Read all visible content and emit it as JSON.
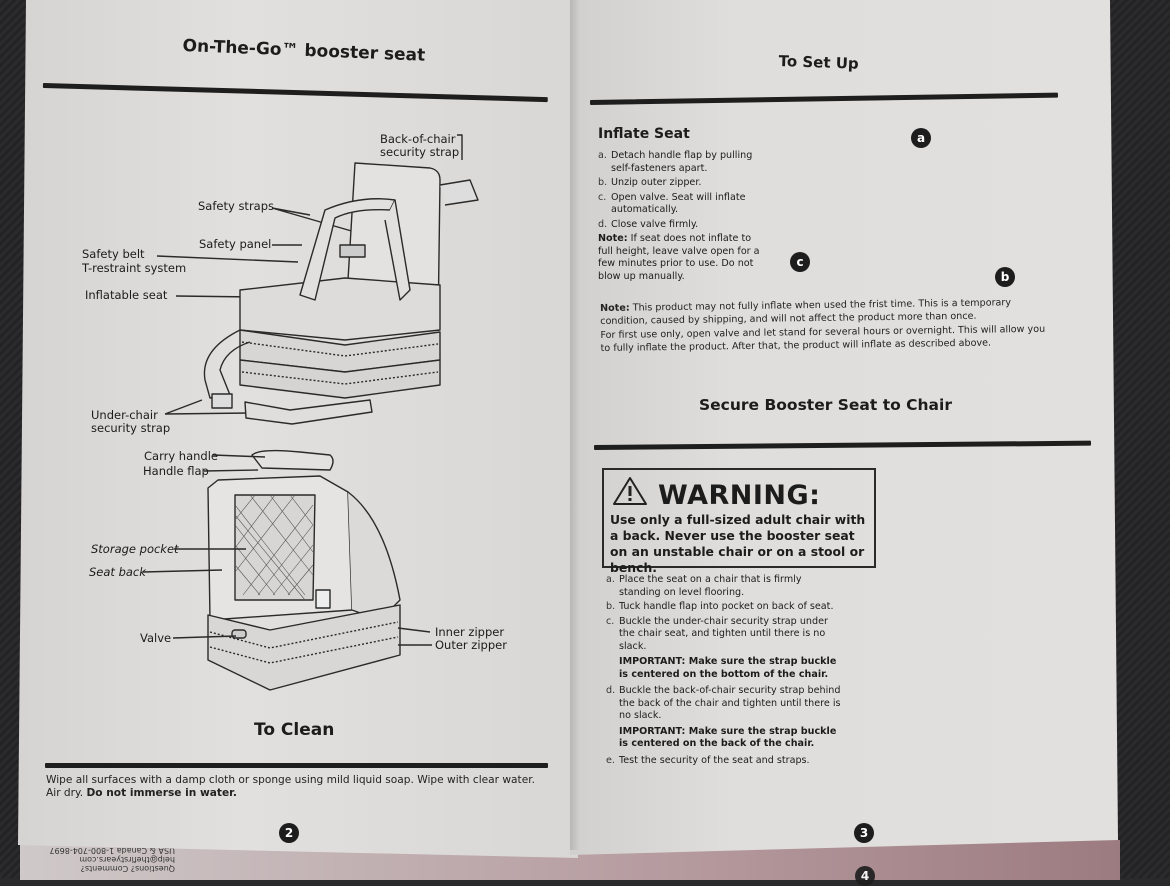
{
  "left_page": {
    "title": "On-The-Go™ booster seat",
    "diagram1_labels": {
      "back_of_chair_strap": "Back-of-chair\nsecurity strap",
      "safety_straps": "Safety straps",
      "safety_panel": "Safety panel",
      "safety_belt": "Safety belt",
      "t_restraint": "T-restraint system",
      "inflatable_seat": "Inflatable seat",
      "under_chair_strap_1": "Under-chair",
      "under_chair_strap_2": "security strap"
    },
    "diagram2_labels": {
      "carry_handle": "Carry handle",
      "handle_flap": "Handle flap",
      "storage_pocket": "Storage pocket",
      "seat_back": "Seat back",
      "valve": "Valve",
      "inner_zipper": "Inner zipper",
      "outer_zipper": "Outer zipper"
    },
    "clean": {
      "heading": "To Clean",
      "text": "Wipe all surfaces with a damp cloth or sponge using mild liquid soap. Wipe with clear water.",
      "text2": "Air dry. ",
      "text2_bold": "Do not immerse in water."
    },
    "page_number": "2",
    "back_contact": {
      "line1": "Questions? Comments?",
      "line2": "help@thefirstyears.com",
      "line3": "USA & Canada 1-800-704-8697"
    }
  },
  "right_page": {
    "title": "To Set Up",
    "inflate": {
      "heading": "Inflate Seat",
      "steps": [
        {
          "key": "a.",
          "text": "Detach handle flap by pulling self-fasteners apart."
        },
        {
          "key": "b.",
          "text": "Unzip outer zipper."
        },
        {
          "key": "c.",
          "text": "Open valve. Seat will inflate automatically."
        },
        {
          "key": "d.",
          "text": "Close valve firmly."
        }
      ],
      "note_label": "Note:",
      "note_text": " If seat does not inflate to full height, leave valve open for a few minutes prior to use. Do not blow up manually.",
      "callouts": [
        "a",
        "b",
        "c"
      ]
    },
    "first_use_note": {
      "label": "Note:",
      "text": " This product may not fully inflate when used the frist time. This is a temporary condition, caused by shipping, and will not affect the product more than once.",
      "text2": "For first use only, open valve and let stand for several hours or overnight. This will allow you to fully inflate the product. After that, the product will inflate as described above."
    },
    "secure": {
      "heading": "Secure Booster Seat to Chair",
      "warning_title": "WARNING:",
      "warning_text": "Use only a full-sized adult chair with a back. Never use the booster seat on an unstable chair or on a stool or bench.",
      "steps": [
        {
          "key": "a.",
          "text": "Place the seat on a chair that is firmly standing on level flooring."
        },
        {
          "key": "b.",
          "text": "Tuck handle flap into pocket on back of seat."
        },
        {
          "key": "c.",
          "text": "Buckle the under-chair security strap under the chair seat, and tighten until there is no slack.",
          "important": "IMPORTANT: Make sure the strap buckle is centered on the bottom of the chair."
        },
        {
          "key": "d.",
          "text": "Buckle the back-of-chair security strap behind the back of the chair and tighten until there is no slack.",
          "important": "IMPORTANT: Make sure the strap buckle is centered on the back of the chair."
        },
        {
          "key": "e.",
          "text": "Test the security of the seat and straps."
        }
      ]
    },
    "page_number": "3",
    "next_page_number": "4"
  }
}
